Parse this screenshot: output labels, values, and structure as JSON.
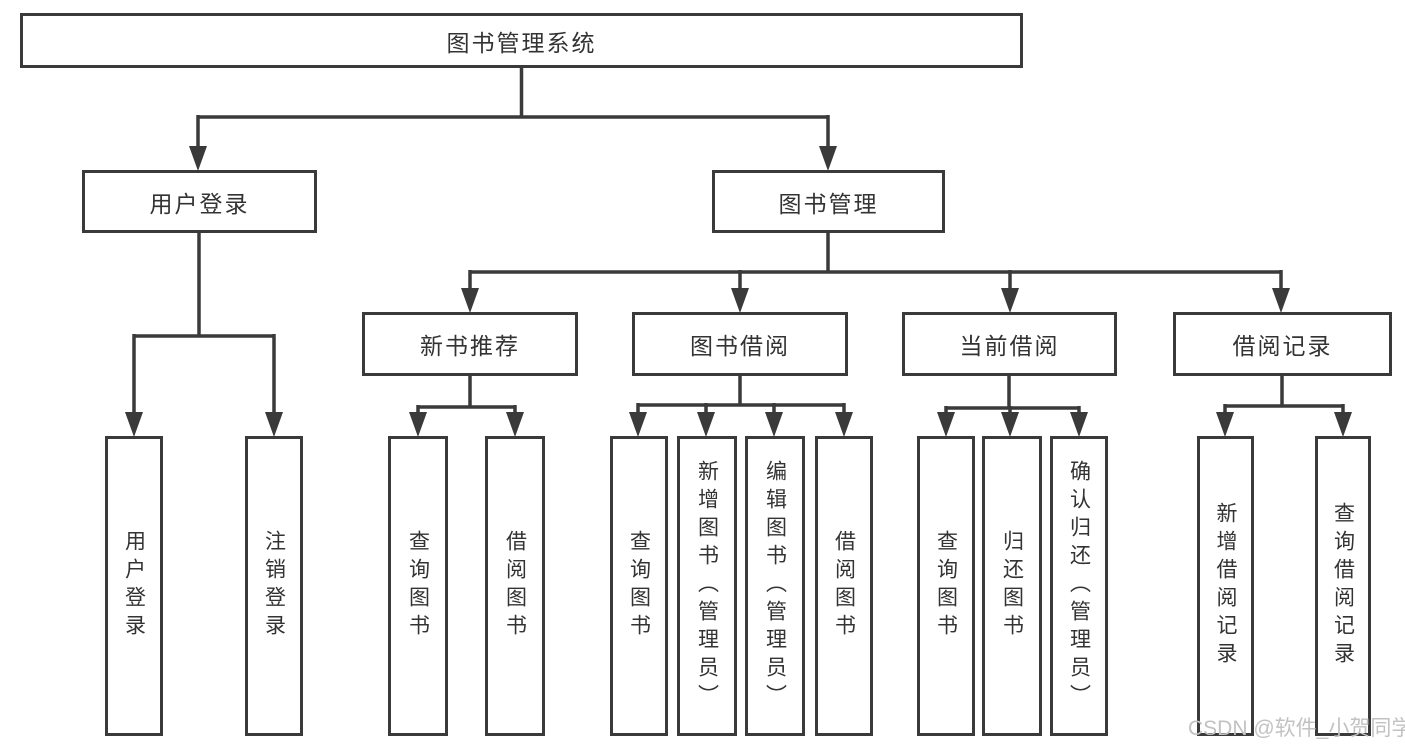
{
  "nodes": {
    "root": {
      "label": "图书管理系统"
    },
    "user_login": {
      "label": "用户登录"
    },
    "book_management": {
      "label": "图书管理"
    },
    "new_book_recommend": {
      "label": "新书推荐"
    },
    "book_borrow": {
      "label": "图书借阅"
    },
    "current_borrow": {
      "label": "当前借阅"
    },
    "borrow_record": {
      "label": "借阅记录"
    },
    "leaf_user_login": {
      "label": "用户登录"
    },
    "leaf_logout": {
      "label": "注销登录"
    },
    "leaf_nbr_query": {
      "label": "查询图书"
    },
    "leaf_nbr_borrow": {
      "label": "借阅图书"
    },
    "leaf_bb_query": {
      "label": "查询图书"
    },
    "leaf_bb_add": {
      "label": "新增图书（管理员）"
    },
    "leaf_bb_edit": {
      "label": "编辑图书（管理员）"
    },
    "leaf_bb_borrow": {
      "label": "借阅图书"
    },
    "leaf_cb_query": {
      "label": "查询图书"
    },
    "leaf_cb_return": {
      "label": "归还图书"
    },
    "leaf_cb_confirm": {
      "label": "确认归还（管理员）"
    },
    "leaf_br_add": {
      "label": "新增借阅记录"
    },
    "leaf_br_query": {
      "label": "查询借阅记录"
    }
  },
  "edges": [
    {
      "from": "root",
      "to": "user_login"
    },
    {
      "from": "root",
      "to": "book_management"
    },
    {
      "from": "user_login",
      "to": "leaf_user_login"
    },
    {
      "from": "user_login",
      "to": "leaf_logout"
    },
    {
      "from": "book_management",
      "to": "new_book_recommend"
    },
    {
      "from": "book_management",
      "to": "book_borrow"
    },
    {
      "from": "book_management",
      "to": "current_borrow"
    },
    {
      "from": "book_management",
      "to": "borrow_record"
    },
    {
      "from": "new_book_recommend",
      "to": "leaf_nbr_query"
    },
    {
      "from": "new_book_recommend",
      "to": "leaf_nbr_borrow"
    },
    {
      "from": "book_borrow",
      "to": "leaf_bb_query"
    },
    {
      "from": "book_borrow",
      "to": "leaf_bb_add"
    },
    {
      "from": "book_borrow",
      "to": "leaf_bb_edit"
    },
    {
      "from": "book_borrow",
      "to": "leaf_bb_borrow"
    },
    {
      "from": "current_borrow",
      "to": "leaf_cb_query"
    },
    {
      "from": "current_borrow",
      "to": "leaf_cb_return"
    },
    {
      "from": "current_borrow",
      "to": "leaf_cb_confirm"
    },
    {
      "from": "borrow_record",
      "to": "leaf_br_add"
    },
    {
      "from": "borrow_record",
      "to": "leaf_br_query"
    }
  ],
  "watermark": "CSDN @软件_小贺同学",
  "colors": {
    "line": "#3a3a3a",
    "text": "#333333",
    "watermark": "#c2c2c2",
    "background": "#ffffff"
  }
}
